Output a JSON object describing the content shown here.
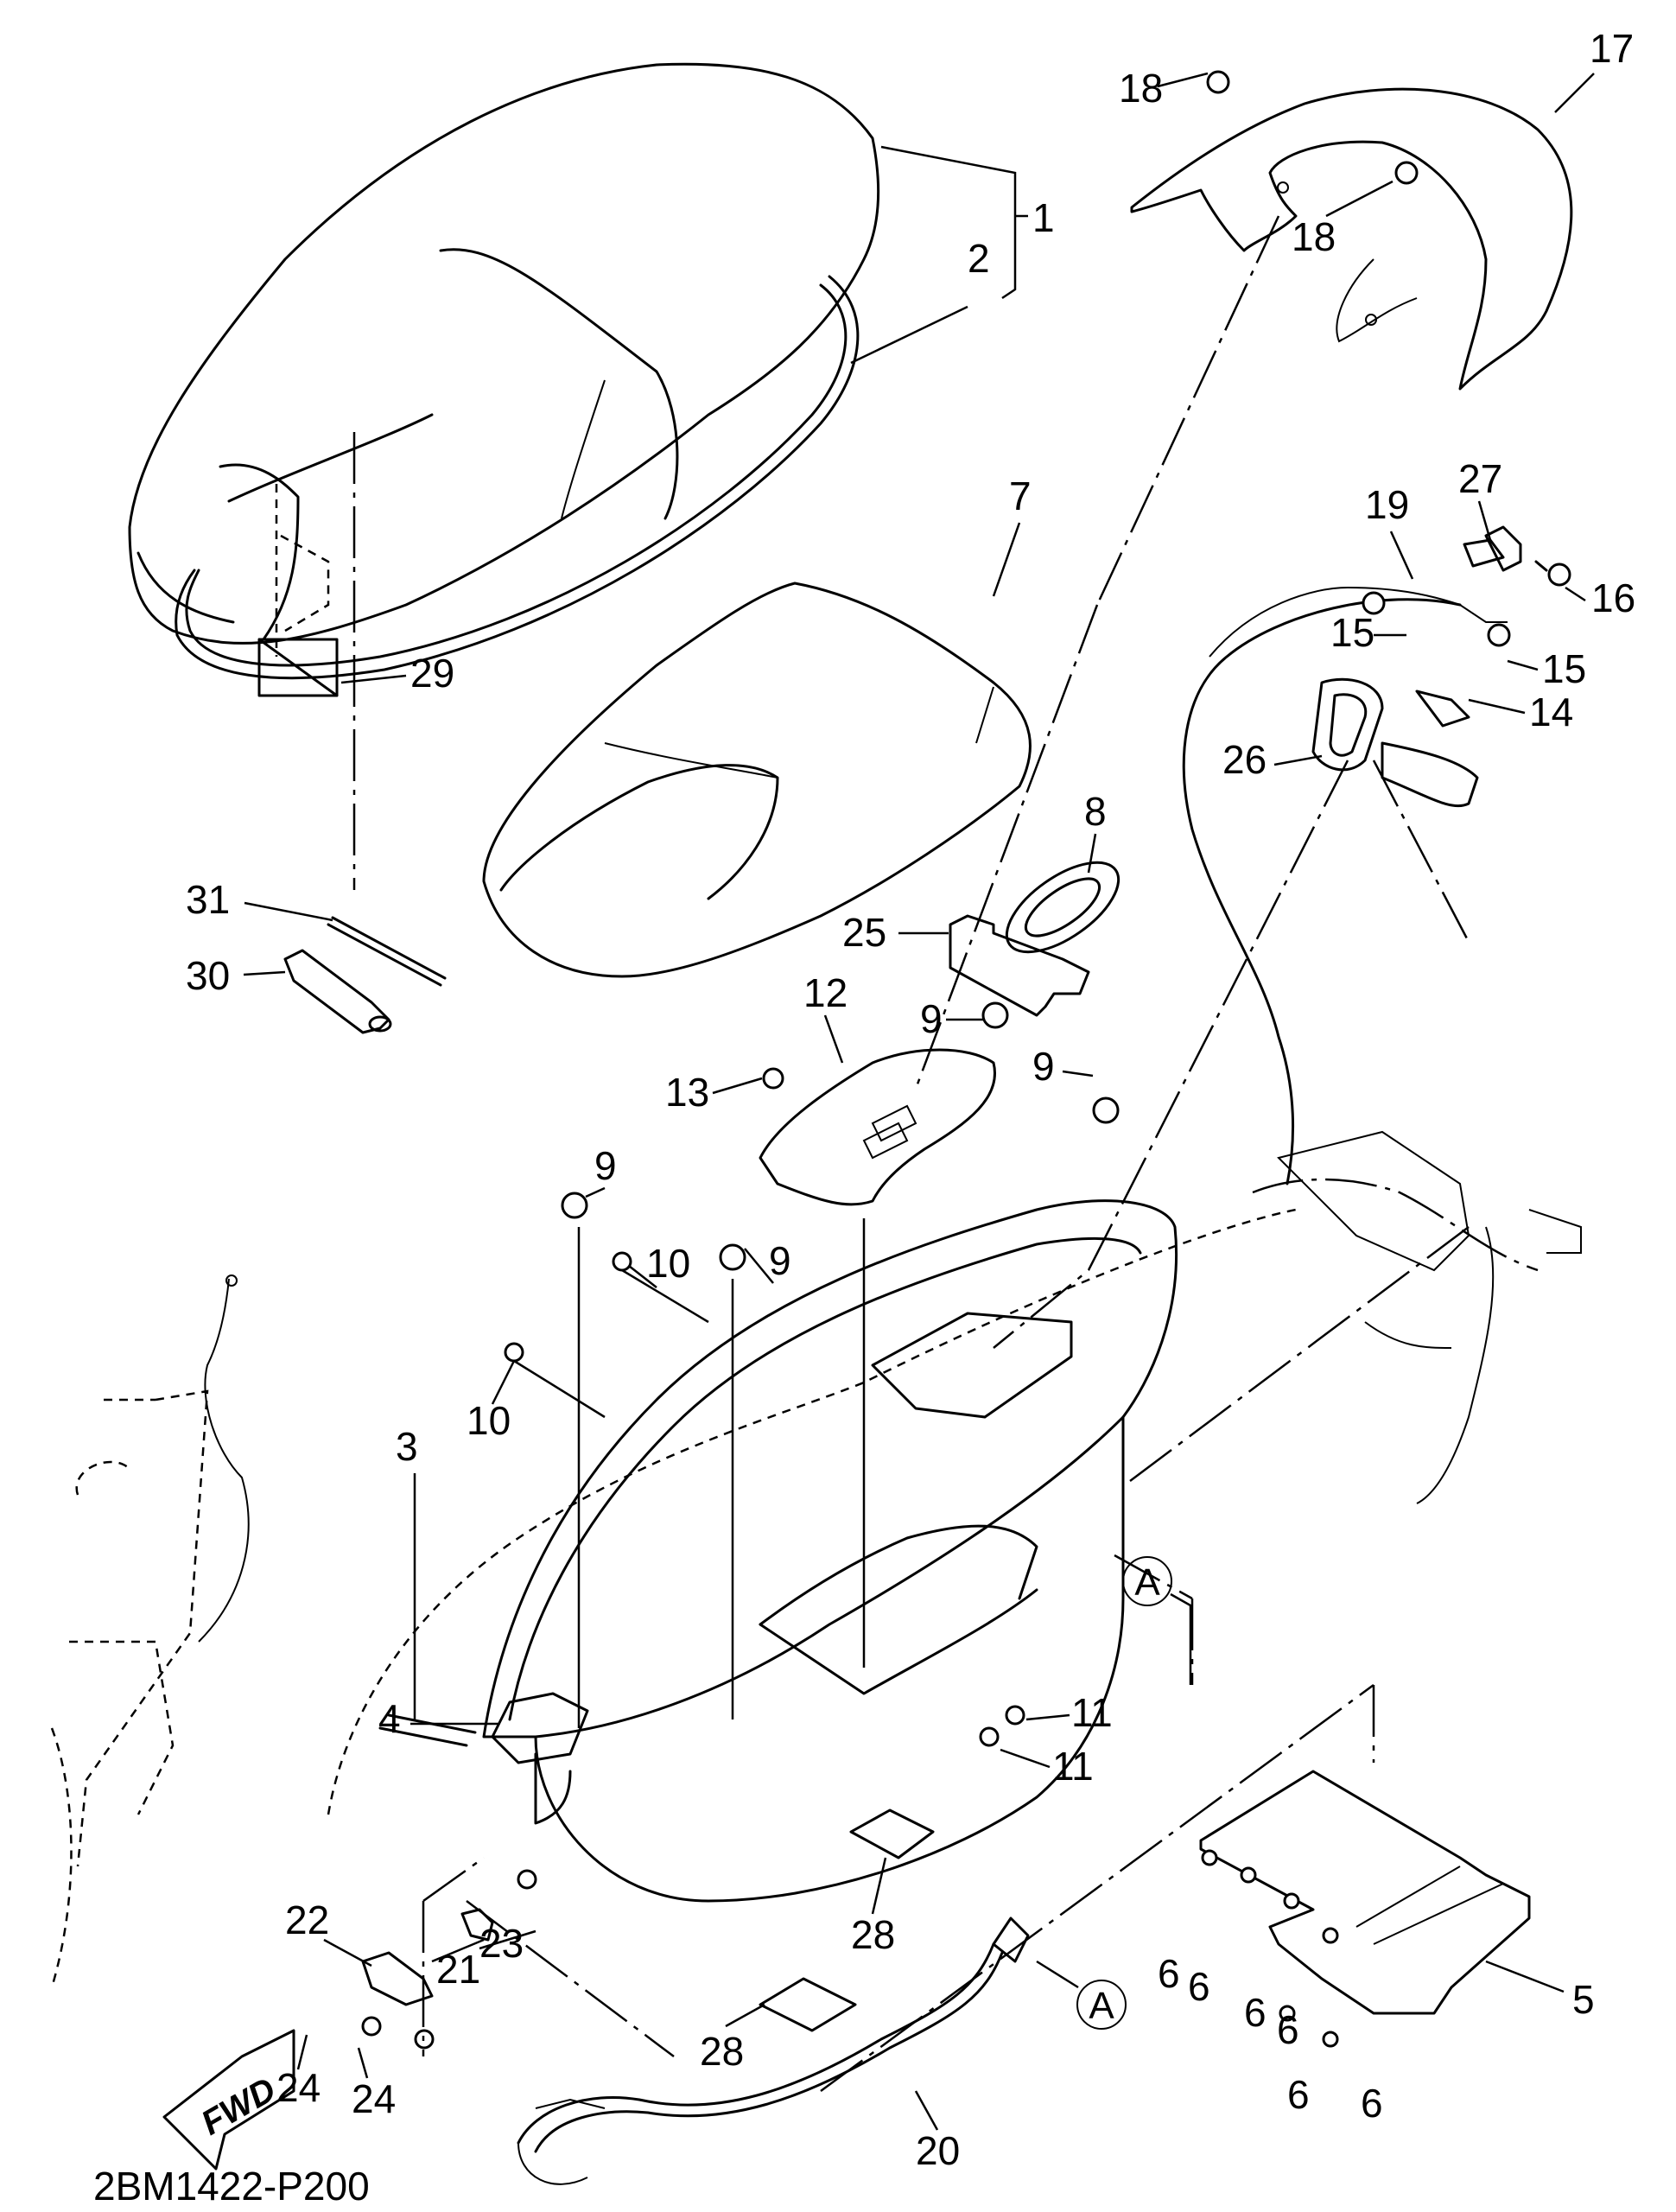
{
  "diagram": {
    "title": "Seat / Luggage Box exploded parts diagram",
    "figure_code": "2BM1422-P200",
    "direction_marker": "FWD",
    "reference_marker": "A",
    "callouts": [
      {
        "id": "c1",
        "label": "1",
        "part": "seat assembly"
      },
      {
        "id": "c2",
        "label": "2",
        "part": "seat"
      },
      {
        "id": "c3",
        "label": "3",
        "part": "pipe / rod"
      },
      {
        "id": "c4",
        "label": "4",
        "part": "luggage box"
      },
      {
        "id": "c5",
        "label": "5",
        "part": "cover plate"
      },
      {
        "id": "c6a",
        "label": "6",
        "part": "nut"
      },
      {
        "id": "c6b",
        "label": "6",
        "part": "nut"
      },
      {
        "id": "c6c",
        "label": "6",
        "part": "nut"
      },
      {
        "id": "c6d",
        "label": "6",
        "part": "nut"
      },
      {
        "id": "c6e",
        "label": "6",
        "part": "nut"
      },
      {
        "id": "c6f",
        "label": "6",
        "part": "nut"
      },
      {
        "id": "c7",
        "label": "7",
        "part": "seat cushion"
      },
      {
        "id": "c8",
        "label": "8",
        "part": "grommet"
      },
      {
        "id": "c9a",
        "label": "9",
        "part": "bolt"
      },
      {
        "id": "c9b",
        "label": "9",
        "part": "bolt"
      },
      {
        "id": "c9c",
        "label": "9",
        "part": "bolt"
      },
      {
        "id": "c9d",
        "label": "9",
        "part": "bolt"
      },
      {
        "id": "c10a",
        "label": "10",
        "part": "nut clip"
      },
      {
        "id": "c10b",
        "label": "10",
        "part": "nut clip"
      },
      {
        "id": "c11a",
        "label": "11",
        "part": "screw"
      },
      {
        "id": "c11b",
        "label": "11",
        "part": "screw"
      },
      {
        "id": "c12",
        "label": "12",
        "part": "tray"
      },
      {
        "id": "c13",
        "label": "13",
        "part": "screw"
      },
      {
        "id": "c14",
        "label": "14",
        "part": "lock bracket"
      },
      {
        "id": "c15a",
        "label": "15",
        "part": "bolt"
      },
      {
        "id": "c15b",
        "label": "15",
        "part": "bolt"
      },
      {
        "id": "c16",
        "label": "16",
        "part": "clamp"
      },
      {
        "id": "c17",
        "label": "17",
        "part": "grab bar"
      },
      {
        "id": "c18a",
        "label": "18",
        "part": "bolt"
      },
      {
        "id": "c18b",
        "label": "18",
        "part": "bolt"
      },
      {
        "id": "c19",
        "label": "19",
        "part": "seat lock cable"
      },
      {
        "id": "c20",
        "label": "20",
        "part": "wire harness"
      },
      {
        "id": "c21",
        "label": "21",
        "part": "switch"
      },
      {
        "id": "c22",
        "label": "22",
        "part": "hinge"
      },
      {
        "id": "c23",
        "label": "23",
        "part": "screw"
      },
      {
        "id": "c24a",
        "label": "24",
        "part": "bolt"
      },
      {
        "id": "c24b",
        "label": "24",
        "part": "bolt"
      },
      {
        "id": "c25",
        "label": "25",
        "part": "damper"
      },
      {
        "id": "c26",
        "label": "26",
        "part": "seat lock"
      },
      {
        "id": "c27",
        "label": "27",
        "part": "cover"
      },
      {
        "id": "c28a",
        "label": "28",
        "part": "pad"
      },
      {
        "id": "c28b",
        "label": "28",
        "part": "pad"
      },
      {
        "id": "c29",
        "label": "29",
        "part": "label"
      },
      {
        "id": "c30",
        "label": "30",
        "part": "socket wrench"
      },
      {
        "id": "c31",
        "label": "31",
        "part": "handle"
      }
    ]
  }
}
